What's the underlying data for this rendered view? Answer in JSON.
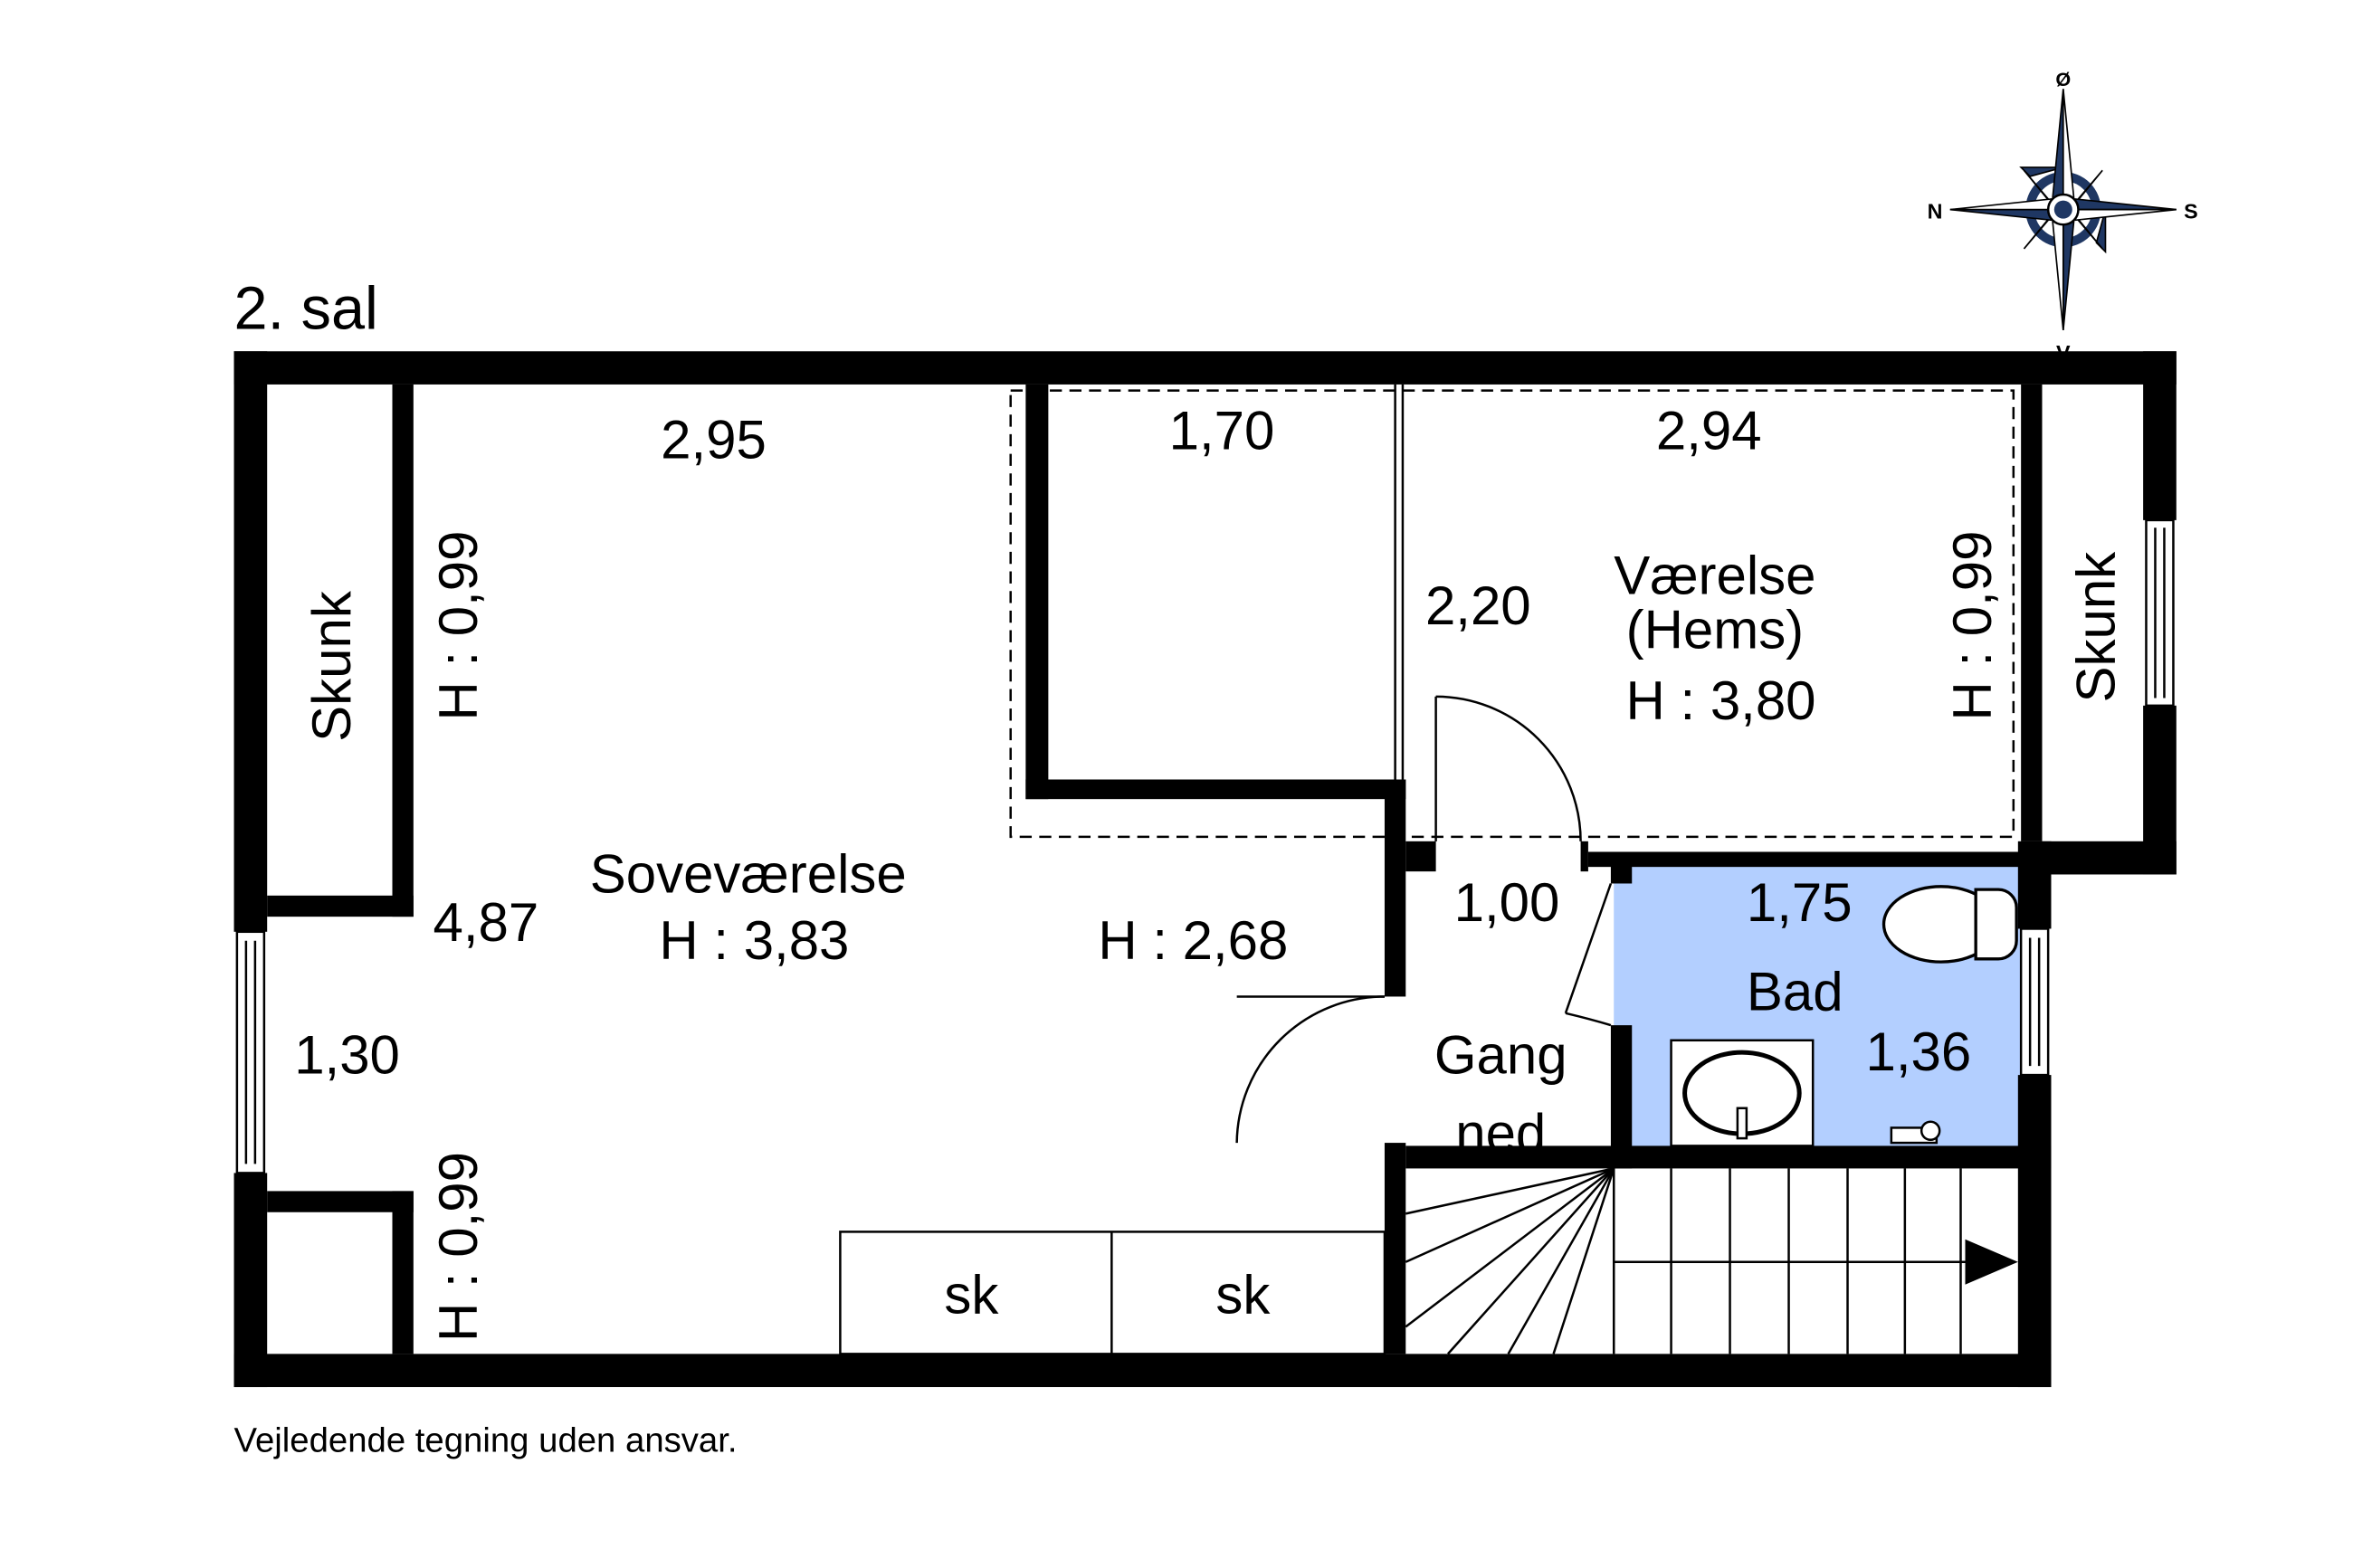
{
  "floor_title": "2. sal",
  "disclaimer": "Vejledende tegning uden ansvar.",
  "compass": {
    "north": "N",
    "east": "Ø",
    "south": "S",
    "west": "V",
    "color": "#1f3763"
  },
  "colors": {
    "bathroom": "#b3cfff",
    "wall": "#000000"
  },
  "rooms": {
    "skunk_left": "Skunk",
    "skunk_right": "Skunk",
    "bedroom": {
      "name": "Soveværelse",
      "height": "H : 3,83",
      "width": "2,95",
      "length": "4,87",
      "height_alt": "H : 2,68",
      "sloped_top": "H : 0,99",
      "sloped_bottom": "H : 0,99",
      "alcove_width": "1,30"
    },
    "room_hems": {
      "name": "Værelse",
      "sub": "(Hems)",
      "height": "H : 3,80",
      "width": "2,94",
      "depth": "2,20",
      "sloped": "H : 0,99",
      "closet_width": "1,70"
    },
    "hall": {
      "name_line1": "Gang",
      "name_line2": "ned",
      "width": "1,00"
    },
    "bath": {
      "name": "Bad",
      "width": "1,75",
      "depth": "1,36"
    },
    "closet_1": "sk",
    "closet_2": "sk"
  }
}
